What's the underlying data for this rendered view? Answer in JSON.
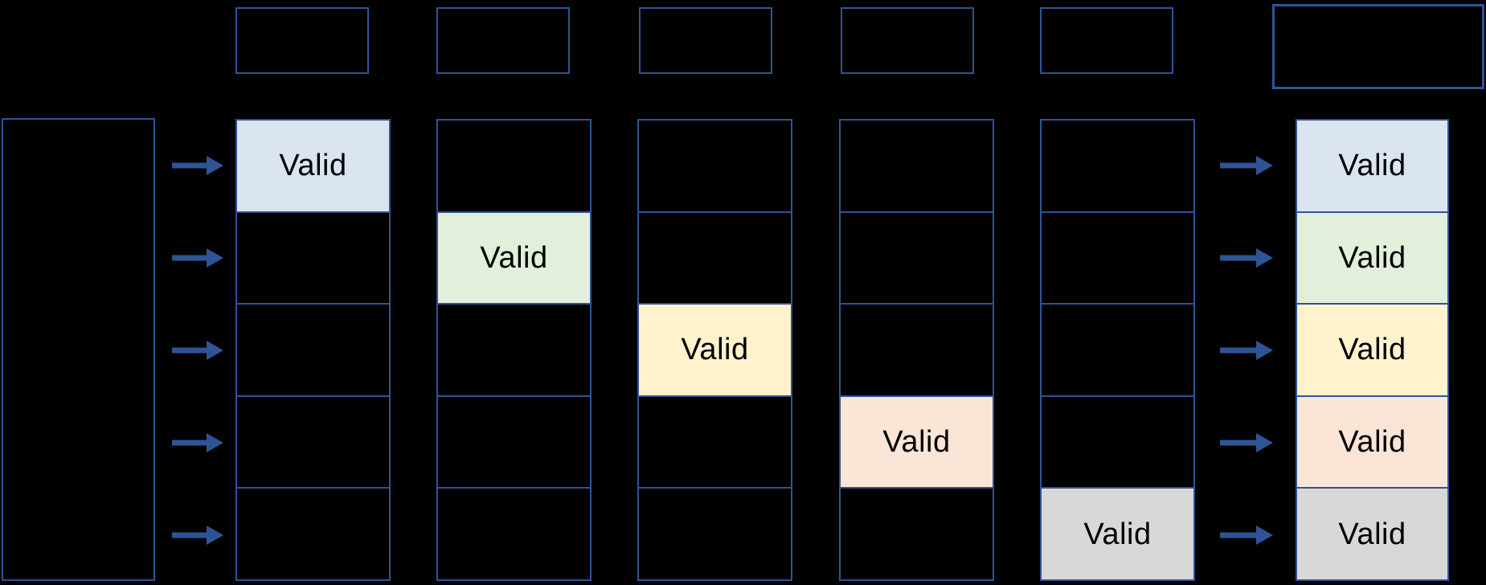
{
  "diagram": {
    "valid_label": "Valid",
    "rows": 5,
    "colors": {
      "background": "#000000",
      "border": "#2f5496",
      "arrow": "#2f5496",
      "valid_text": "#000000",
      "row_fills": [
        "#dbe5f2",
        "#e2efda",
        "#fff2cc",
        "#fbe5d6",
        "#d8d8d8"
      ]
    },
    "stage_header_boxes": 5,
    "output_header_box": 1,
    "stages": [
      {
        "valid_row": 1
      },
      {
        "valid_row": 2
      },
      {
        "valid_row": 3
      },
      {
        "valid_row": 4
      },
      {
        "valid_row": 5
      }
    ],
    "output_valid_rows": [
      1,
      2,
      3,
      4,
      5
    ],
    "left_arrow_rows": [
      1,
      2,
      3,
      4,
      5
    ],
    "right_arrow_rows": [
      1,
      2,
      3,
      4,
      5
    ]
  }
}
